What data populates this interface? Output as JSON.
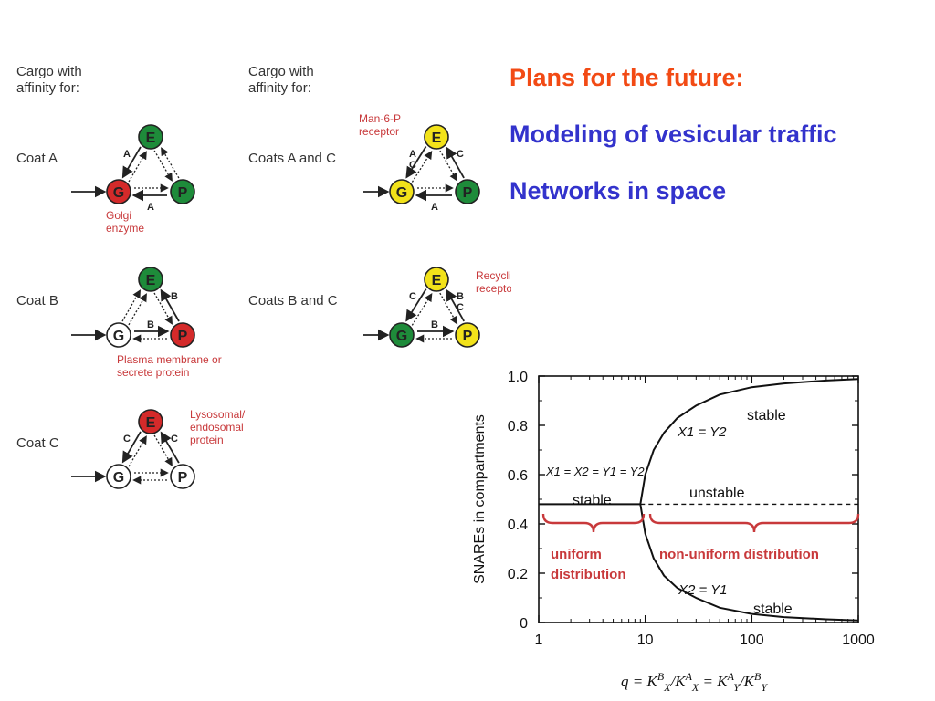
{
  "headers": {
    "col1": "Cargo with\naffinity for:",
    "col2": "Cargo with\naffinity for:"
  },
  "slide": {
    "heading1": "Plans for the future:",
    "heading2": "Modeling of vesicular traffic",
    "heading3": "Networks in space",
    "heading1_color": "#f24a14",
    "heading_color": "#3333cc"
  },
  "networks": [
    {
      "label": "Coat A",
      "nodes": {
        "E": "E",
        "G": "G",
        "P": "P"
      },
      "colors": {
        "E": "#1e8b3a",
        "G": "#d42a2a",
        "P": "#1e8b3a"
      },
      "top_left_arrow": "A",
      "top_right_arrow": "",
      "bottom_arrow": "A",
      "note": "Golgi\nenzyme"
    },
    {
      "label": "Coats A and C",
      "nodes": {
        "E": "E",
        "G": "G",
        "P": "P"
      },
      "colors": {
        "E": "#f2e21a",
        "G": "#f2e21a",
        "P": "#1e8b3a"
      },
      "top_left_arrow": "A\nC",
      "top_right_arrow": "C",
      "bottom_arrow": "A",
      "note": "Man-6-P\nreceptor"
    },
    {
      "label": "Coat B",
      "nodes": {
        "E": "E",
        "G": "G",
        "P": "P"
      },
      "colors": {
        "E": "#1e8b3a",
        "G": "#ffffff",
        "P": "#d42a2a"
      },
      "top_left_arrow": "",
      "top_right_arrow": "B",
      "bottom_arrow": "B",
      "note": "Plasma membrane or\nsecrete protein"
    },
    {
      "label": "Coats B and C",
      "nodes": {
        "E": "E",
        "G": "G",
        "P": "P"
      },
      "colors": {
        "E": "#f2e21a",
        "G": "#1e8b3a",
        "P": "#f2e21a"
      },
      "top_left_arrow": "C",
      "top_right_arrow": "B\nC",
      "bottom_arrow": "B",
      "note": "Recycling\nreceptor"
    },
    {
      "label": "Coat C",
      "nodes": {
        "E": "E",
        "G": "G",
        "P": "P"
      },
      "colors": {
        "E": "#d42a2a",
        "G": "#ffffff",
        "P": "#ffffff"
      },
      "top_left_arrow": "C",
      "top_right_arrow": "C",
      "bottom_arrow": "",
      "note": "Lysosomal/\nendosomal\nprotein"
    }
  ],
  "chart_data": {
    "type": "line",
    "xscale": "log",
    "xlim": [
      1,
      1000
    ],
    "ylim": [
      0,
      1.0
    ],
    "xticks": [
      "1",
      "10",
      "100",
      "1000"
    ],
    "yticks": [
      "0",
      "0.2",
      "0.4",
      "0.6",
      "0.8",
      "1.0"
    ],
    "ylabel": "SNAREs in compartments",
    "xlabel": "q = K_X^B / K_X^A = K_Y^A / K_Y^B",
    "bifurcation_q": 9,
    "series": [
      {
        "name": "stable",
        "style": "solid",
        "x": [
          1,
          9
        ],
        "y": [
          0.48,
          0.48
        ]
      },
      {
        "name": "unstable",
        "style": "dashed",
        "x": [
          9,
          1000
        ],
        "y": [
          0.48,
          0.48
        ]
      },
      {
        "name": "stable",
        "style": "solid",
        "x": [
          9,
          10,
          12,
          15,
          20,
          30,
          50,
          100,
          200,
          500,
          1000
        ],
        "y": [
          0.48,
          0.6,
          0.7,
          0.77,
          0.83,
          0.88,
          0.925,
          0.955,
          0.97,
          0.982,
          0.988
        ]
      },
      {
        "name": "stable",
        "style": "solid",
        "x": [
          9,
          10,
          12,
          15,
          20,
          30,
          50,
          100,
          200,
          500,
          1000
        ],
        "y": [
          0.48,
          0.36,
          0.26,
          0.19,
          0.14,
          0.1,
          0.06,
          0.035,
          0.022,
          0.013,
          0.008
        ]
      }
    ],
    "annotations": {
      "stable_upper": "stable",
      "stable_left": "stable",
      "unstable": "unstable",
      "stable_lower": "stable",
      "eq_upper": "X1 = Y2",
      "eq_left": "X1 = X2 = Y1 = Y2",
      "eq_lower": "X2 = Y1",
      "brace_left": "uniform\ndistribution",
      "brace_right": "non-uniform distribution",
      "brace_color": "#c8393b"
    }
  }
}
